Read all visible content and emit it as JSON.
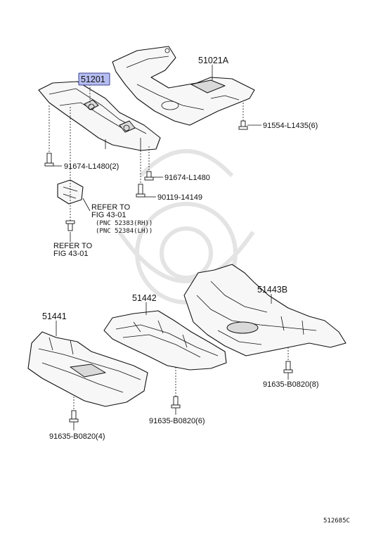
{
  "labels": {
    "p51201": "51201",
    "p51021A": "51021A",
    "b91554": "91554-L1435(6)",
    "b91674_2": "91674-L1480(2)",
    "b91674": "91674-L1480",
    "b90119": "90119-14149",
    "refer1_line1": "REFER TO",
    "refer1_line2": "FIG 43-01",
    "pnc_rh": "(PNC 52383(RH))",
    "pnc_lh": "(PNC 52384(LH))",
    "refer2_line1": "REFER TO",
    "refer2_line2": "FIG 43-01",
    "p51441": "51441",
    "p51442": "51442",
    "p51443B": "51443B",
    "b91635_8": "91635-B0820(8)",
    "b91635_6": "91635-B0820(6)",
    "b91635_4": "91635-B0820(4)",
    "figure_code": "512685C"
  },
  "colors": {
    "highlight_fill": "#b6bdf0",
    "highlight_stroke": "#3a3f8f"
  }
}
